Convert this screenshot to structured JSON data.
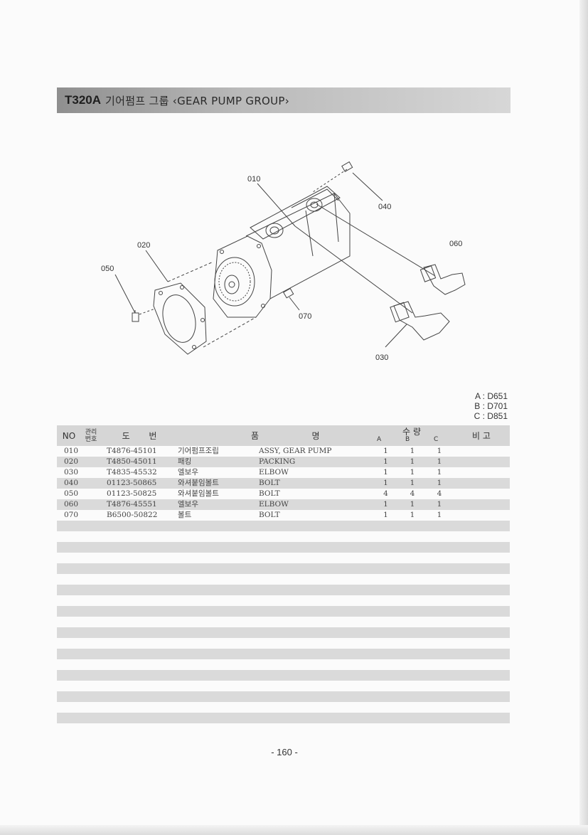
{
  "header": {
    "code": "T320A",
    "name": "기어펌프 그룹 ‹GEAR PUMP GROUP›"
  },
  "diagram": {
    "callouts": [
      "010",
      "020",
      "030",
      "040",
      "050",
      "060",
      "070"
    ]
  },
  "models": [
    "A : D651",
    "B : D701",
    "C : D851"
  ],
  "table": {
    "headers": {
      "no": "NO",
      "mgmt": [
        "관리",
        "번호"
      ],
      "drawing": [
        "도",
        "번"
      ],
      "name": [
        "품",
        "명"
      ],
      "qty": "수 량",
      "qty_cols": [
        "A",
        "B",
        "C"
      ],
      "remarks": "비 고"
    },
    "rows": [
      {
        "no": "010",
        "part": "T4876-45101",
        "kname": "기어펌프조립",
        "ename": "ASSY, GEAR PUMP",
        "a": "1",
        "b": "1",
        "c": "1"
      },
      {
        "no": "020",
        "part": "T4850-45011",
        "kname": "패킹",
        "ename": "PACKING",
        "a": "1",
        "b": "1",
        "c": "1"
      },
      {
        "no": "030",
        "part": "T4835-45532",
        "kname": "엘보우",
        "ename": "ELBOW",
        "a": "1",
        "b": "1",
        "c": "1"
      },
      {
        "no": "040",
        "part": "01123-50865",
        "kname": "와셔붙임볼트",
        "ename": "BOLT",
        "a": "1",
        "b": "1",
        "c": "1"
      },
      {
        "no": "050",
        "part": "01123-50825",
        "kname": "와셔붙임볼트",
        "ename": "BOLT",
        "a": "4",
        "b": "4",
        "c": "4"
      },
      {
        "no": "060",
        "part": "T4876-45551",
        "kname": "엘보우",
        "ename": "ELBOW",
        "a": "1",
        "b": "1",
        "c": "1"
      },
      {
        "no": "070",
        "part": "B6500-50822",
        "kname": "볼트",
        "ename": "BOLT",
        "a": "1",
        "b": "1",
        "c": "1"
      }
    ]
  },
  "page_number": "- 160 -"
}
